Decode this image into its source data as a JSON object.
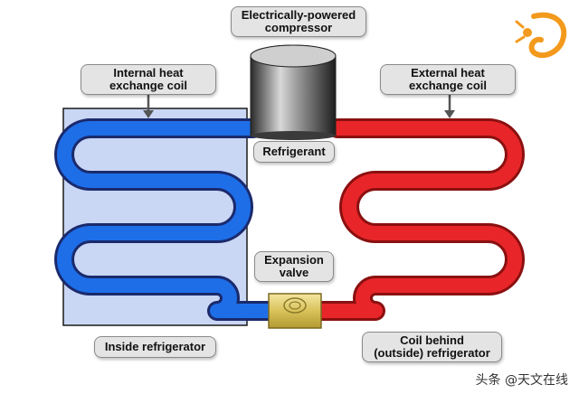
{
  "labels": {
    "compressor": [
      "Electrically-powered",
      "compressor"
    ],
    "internal_coil": [
      "Internal heat",
      "exchange coil"
    ],
    "external_coil": [
      "External heat",
      "exchange coil"
    ],
    "refrigerant": "Refrigerant",
    "expansion_valve": [
      "Expansion",
      "valve"
    ],
    "inside_fridge": "Inside refrigerator",
    "coil_behind": [
      "Coil behind",
      "(outside) refrigerator"
    ]
  },
  "watermark": "头条 @天文在线",
  "colors": {
    "cold_coil": "#1e6ee8",
    "hot_coil": "#e8262a",
    "fridge_box": "#c9d6f4",
    "logo": "#f39a1d"
  }
}
